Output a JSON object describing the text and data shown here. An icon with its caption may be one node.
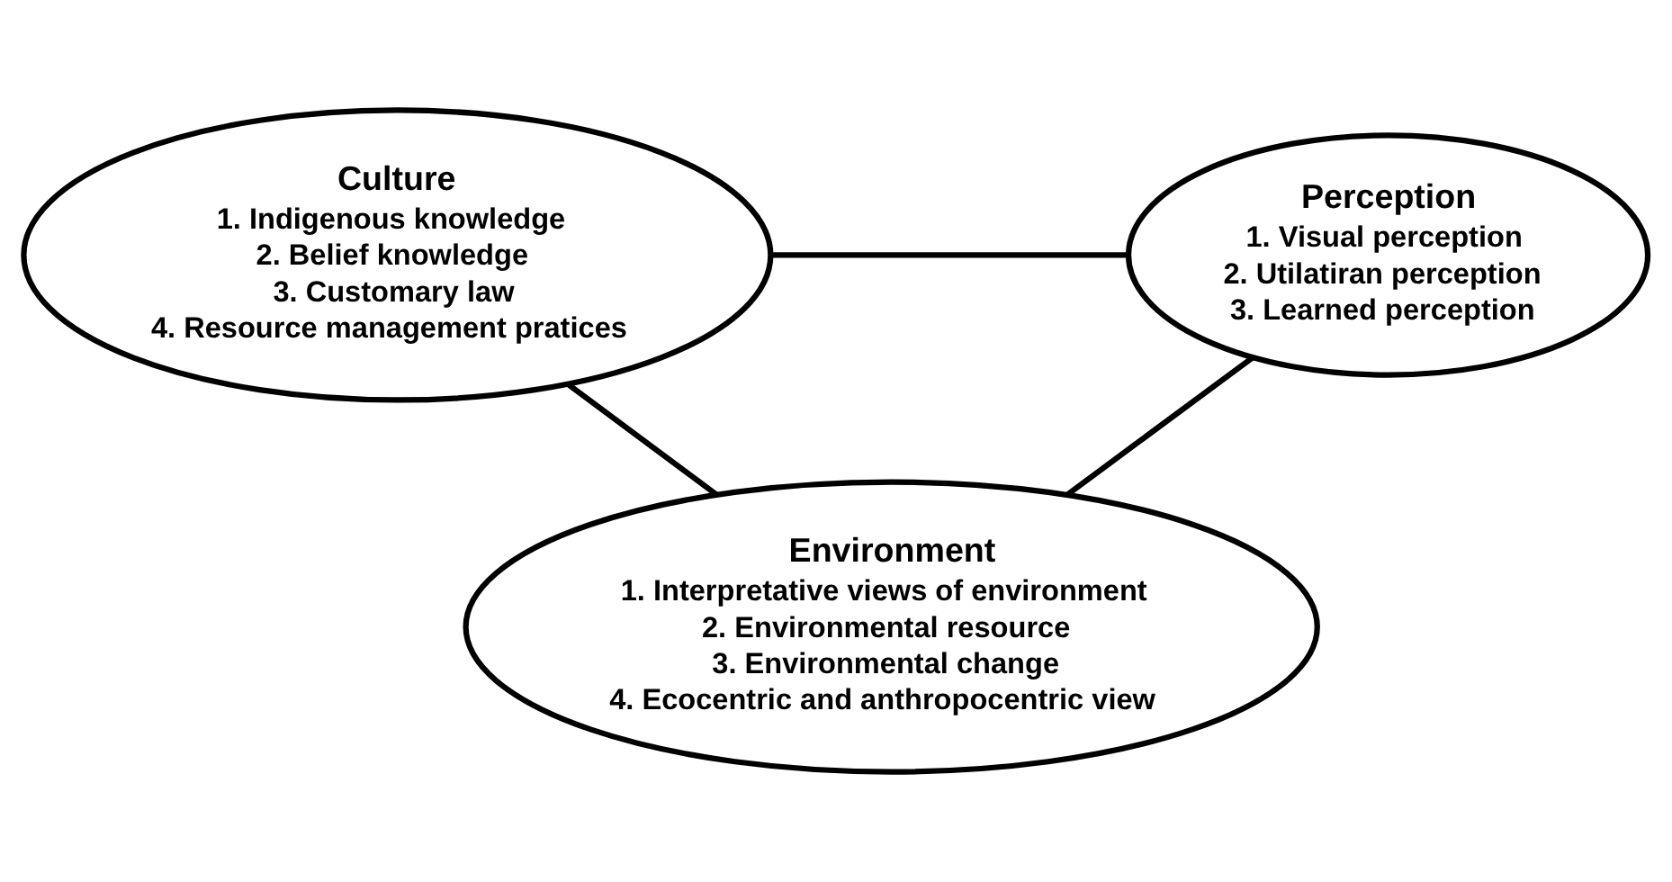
{
  "diagram": {
    "nodes": [
      {
        "text": [
          "Culture",
          "1. Indigenous knowledge",
          "2. Belief knowledge",
          "3. Customary law",
          "4. Resource management pratices"
        ]
      },
      {
        "text": [
          "Perception",
          "1. Visual perception",
          "2. Utilatiran perception",
          "3. Learned perception"
        ]
      },
      {
        "text": [
          "Environment",
          "1. Interpretative views of environment",
          "2. Environmental resource",
          "3. Environmental change",
          "4. Ecocentric and anthropocentric view"
        ]
      }
    ],
    "edges": [
      {
        "from": 0,
        "to": 1,
        "arrow": "none"
      },
      {
        "from": 0,
        "to": 2,
        "arrow": "none"
      },
      {
        "from": 1,
        "to": 2,
        "arrow": "none"
      }
    ]
  }
}
